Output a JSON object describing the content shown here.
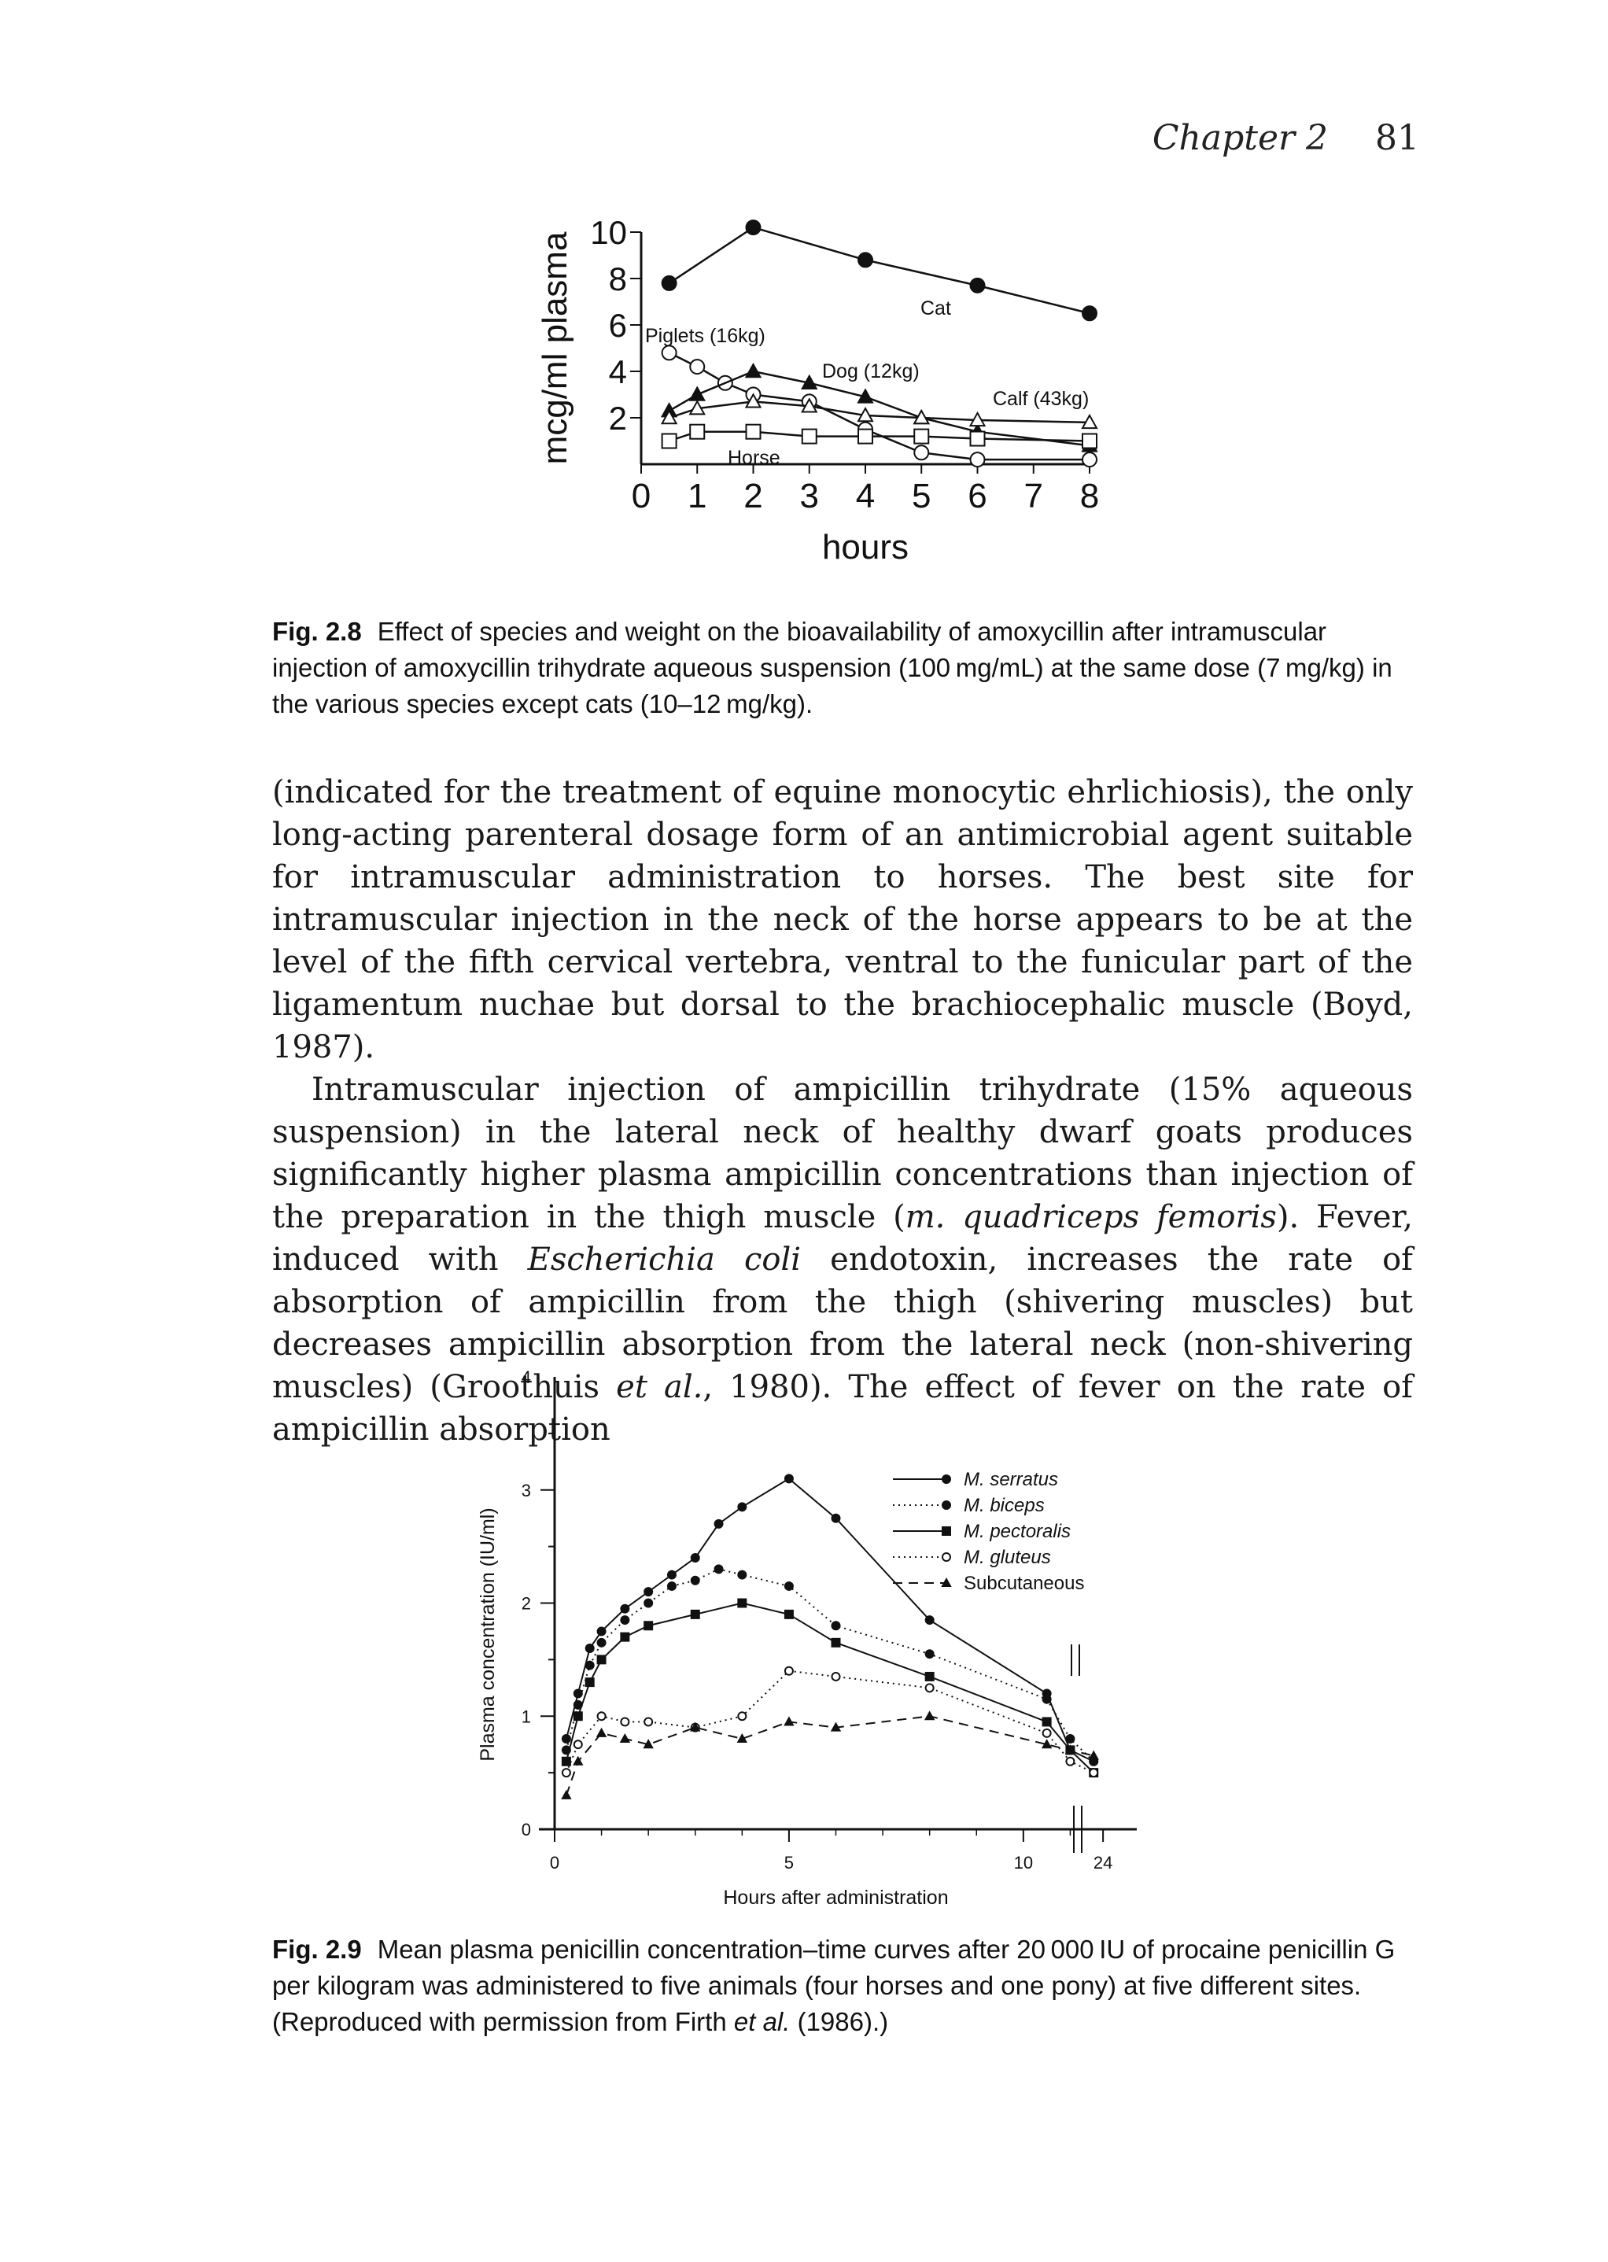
{
  "header": {
    "chapter": "Chapter 2",
    "page_number": "81"
  },
  "figure1": {
    "caption_number": "Fig. 2.8",
    "caption_text": "Effect of species and weight on the bioavailability of amoxycillin after intramuscular injection of amoxycillin trihydrate aqueous suspension (100 mg/mL) at the same dose (7 mg/kg) in the various species except cats (10–12 mg/kg).",
    "chart_data": {
      "type": "line",
      "xlabel": "hours",
      "ylabel": "mcg/ml plasma",
      "xlim": [
        0,
        8
      ],
      "ylim": [
        0,
        10
      ],
      "x_ticks": [
        "0",
        "1",
        "2",
        "3",
        "4",
        "5",
        "6",
        "7",
        "8"
      ],
      "y_ticks": [
        "2",
        "4",
        "6",
        "8",
        "10"
      ],
      "series": [
        {
          "name": "Cat",
          "marker": "filled-circle",
          "x": [
            0.5,
            2,
            4,
            6,
            8
          ],
          "y": [
            7.8,
            10.2,
            8.8,
            7.7,
            6.5
          ]
        },
        {
          "name": "Piglets (16kg)",
          "marker": "open-circle",
          "x": [
            0.5,
            1,
            1.5,
            2,
            3,
            4,
            5,
            6,
            8
          ],
          "y": [
            4.8,
            4.2,
            3.5,
            3.0,
            2.7,
            1.5,
            0.5,
            0.2,
            0.2
          ]
        },
        {
          "name": "Dog (12kg)",
          "marker": "filled-triangle",
          "x": [
            0.5,
            1,
            2,
            3,
            4,
            5,
            6,
            8
          ],
          "y": [
            2.3,
            3.0,
            4.0,
            3.5,
            2.9,
            2.0,
            1.4,
            0.8
          ]
        },
        {
          "name": "Calf (43kg)",
          "marker": "open-triangle",
          "x": [
            0.5,
            1,
            2,
            3,
            4,
            5,
            6,
            8
          ],
          "y": [
            2.0,
            2.4,
            2.7,
            2.5,
            2.1,
            2.0,
            1.9,
            1.8
          ]
        },
        {
          "name": "Horse",
          "marker": "open-square",
          "x": [
            0.5,
            1,
            2,
            3,
            4,
            5,
            6,
            8
          ],
          "y": [
            1.0,
            1.4,
            1.4,
            1.2,
            1.2,
            1.2,
            1.1,
            1.0
          ]
        }
      ]
    }
  },
  "paragraph1": "(indicated for the treatment of equine monocytic ehrlichiosis), the only long-acting parenteral dosage form of an antimicrobial agent suitable for intramuscular administration to horses. The best site for intramuscular injection in the neck of the horse appears to be at the level of the fifth cervical vertebra, ventral to the funicular part of the ligamentum nuchae but dorsal to the brachiocephalic muscle (Boyd, 1987).",
  "paragraph2": {
    "part1": "Intramuscular injection of ampicillin trihydrate (15% aqueous suspension) in the lateral neck of healthy dwarf goats produces significantly higher plasma ampicillin concentrations than injection of the preparation in the thigh muscle (",
    "italic1": "m. quadriceps femoris",
    "part2": "). Fever, induced with ",
    "italic2": "Escherichia coli",
    "part3": " endotoxin, increases the rate of absorption of ampicillin from the thigh (shivering muscles) but decreases ampicillin absorption from the lateral neck (non-shivering muscles) (Groothuis ",
    "italic3": "et al.",
    "part4": ", 1980). The effect of fever on the rate of ampicillin absorption"
  },
  "figure2": {
    "caption_number": "Fig. 2.9",
    "caption_text_part1": "Mean plasma penicillin concentration–time curves after 20 000 IU of procaine penicillin G per kilogram was administered to five animals (four horses and one pony) at five different sites. (Reproduced with permission from Firth ",
    "caption_italic": "et al.",
    "caption_text_part2": " (1986).)",
    "chart_data": {
      "type": "line",
      "xlabel": "Hours after administration",
      "ylabel": "Plasma concentration (IU/ml)",
      "xlim": [
        0,
        12
      ],
      "ylim": [
        0,
        4
      ],
      "x_ticks": [
        "0",
        "5",
        "10",
        "24"
      ],
      "y_ticks": [
        "0",
        "1",
        "2",
        "3",
        "4"
      ],
      "axis_break": "between 10 and 24 hours",
      "series": [
        {
          "name": "M. serratus",
          "style": "solid",
          "marker": "filled-circle",
          "x": [
            0.25,
            0.5,
            0.75,
            1,
            1.5,
            2,
            2.5,
            3,
            3.5,
            4,
            5,
            6,
            8,
            10.5,
            11,
            11.5
          ],
          "y": [
            0.8,
            1.2,
            1.6,
            1.75,
            1.95,
            2.1,
            2.25,
            2.4,
            2.7,
            2.85,
            3.1,
            2.75,
            1.85,
            1.2,
            0.7,
            0.6
          ]
        },
        {
          "name": "M. biceps",
          "style": "dotted",
          "marker": "filled-circle",
          "x": [
            0.25,
            0.5,
            0.75,
            1,
            1.5,
            2,
            2.5,
            3,
            3.5,
            4,
            5,
            6,
            8,
            10.5,
            11,
            11.5
          ],
          "y": [
            0.7,
            1.1,
            1.45,
            1.65,
            1.85,
            2.0,
            2.15,
            2.2,
            2.3,
            2.25,
            2.15,
            1.8,
            1.55,
            1.15,
            0.8,
            0.6
          ]
        },
        {
          "name": "M. pectoralis",
          "style": "solid",
          "marker": "filled-square",
          "x": [
            0.25,
            0.5,
            0.75,
            1,
            1.5,
            2,
            3,
            4,
            5,
            6,
            8,
            10.5,
            11,
            11.5
          ],
          "y": [
            0.6,
            1.0,
            1.3,
            1.5,
            1.7,
            1.8,
            1.9,
            2.0,
            1.9,
            1.65,
            1.35,
            0.95,
            0.7,
            0.5
          ]
        },
        {
          "name": "M. gluteus",
          "style": "dotted",
          "marker": "open-circle",
          "x": [
            0.25,
            0.5,
            1,
            1.5,
            2,
            3,
            4,
            5,
            6,
            8,
            10.5,
            11,
            11.5
          ],
          "y": [
            0.5,
            0.75,
            1.0,
            0.95,
            0.95,
            0.9,
            1.0,
            1.4,
            1.35,
            1.25,
            0.85,
            0.6,
            0.5
          ]
        },
        {
          "name": "Subcutaneous",
          "style": "dashed",
          "marker": "filled-triangle",
          "x": [
            0.25,
            0.5,
            1,
            1.5,
            2,
            3,
            4,
            5,
            6,
            8,
            10.5,
            11,
            11.5
          ],
          "y": [
            0.3,
            0.6,
            0.85,
            0.8,
            0.75,
            0.9,
            0.8,
            0.95,
            0.9,
            1.0,
            0.75,
            0.7,
            0.65
          ]
        }
      ]
    }
  }
}
